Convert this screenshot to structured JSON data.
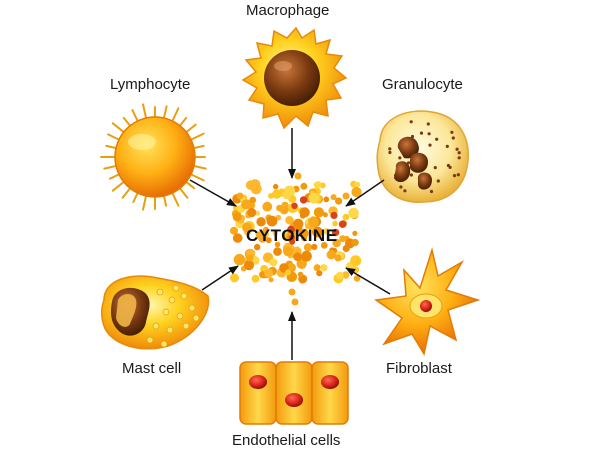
{
  "diagram": {
    "center": {
      "label": "CYTOKINE"
    },
    "cells": [
      {
        "id": "macrophage",
        "label": "Macrophage"
      },
      {
        "id": "lymphocyte",
        "label": "Lymphocyte"
      },
      {
        "id": "granulocyte",
        "label": "Granulocyte"
      },
      {
        "id": "mast",
        "label": "Mast cell"
      },
      {
        "id": "fibroblast",
        "label": "Fibroblast"
      },
      {
        "id": "endothelial",
        "label": "Endothelial cells"
      }
    ],
    "edges": [
      {
        "from": "macrophage",
        "to": "cytokine"
      },
      {
        "from": "lymphocyte",
        "to": "cytokine"
      },
      {
        "from": "granulocyte",
        "to": "cytokine"
      },
      {
        "from": "mast",
        "to": "cytokine"
      },
      {
        "from": "fibroblast",
        "to": "cytokine"
      },
      {
        "from": "endothelial",
        "to": "cytokine"
      }
    ],
    "colors": {
      "cell_yellow": "#FFD21F",
      "cell_orange": "#F39A0C",
      "nucleus_brown": "#7A3A10",
      "nucleus_red": "#D21E14",
      "arrow": "#111111"
    }
  }
}
